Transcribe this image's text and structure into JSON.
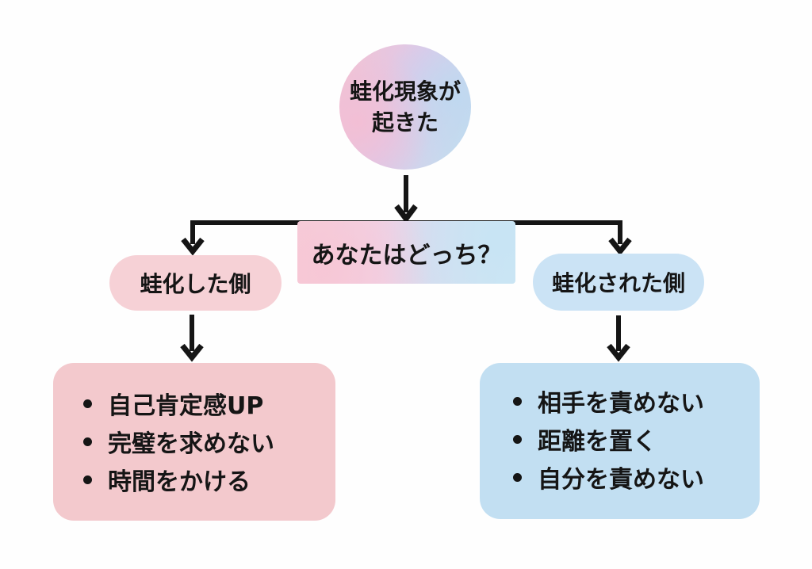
{
  "diagram": {
    "start": {
      "line1": "蛙化現象が",
      "line2": "起きた"
    },
    "question": {
      "label": "あなたはどっち？"
    },
    "left": {
      "label": "蛙化した側",
      "items": [
        "自己肯定感UP",
        "完璧を求めない",
        "時間をかける"
      ]
    },
    "right": {
      "label": "蛙化された側",
      "items": [
        "相手を責めない",
        "距離を置く",
        "自分を責めない"
      ]
    },
    "colors": {
      "pink_pill": "#f6d1d6",
      "pink_box": "#f3c9cd",
      "blue_pill": "#cbe3f5",
      "blue_box": "#c2dff2",
      "gradient_pink": "#f0c4d6",
      "gradient_lavender": "#ddc9e9",
      "gradient_blue": "#c6dcee",
      "arrow": "#151515",
      "text": "#151515"
    }
  }
}
